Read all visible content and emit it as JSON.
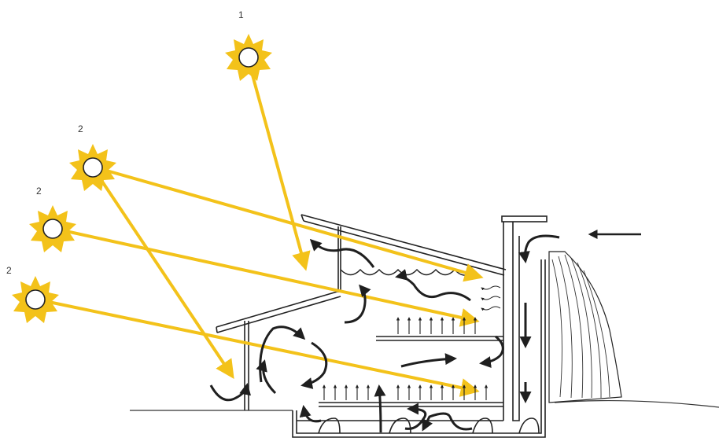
{
  "labels": {
    "sun_top": "1",
    "sun_a": "2",
    "sun_b": "2",
    "sun_c": "2"
  },
  "colors": {
    "sun_ray": "#f3c21a",
    "sun_fill": "#ffffff",
    "line": "#222222",
    "arrow": "#1f1f1f"
  },
  "icons": [
    "sun-icon",
    "airflow-arrow-icon",
    "heat-rising-arrow-icon",
    "water-surface-wave"
  ]
}
